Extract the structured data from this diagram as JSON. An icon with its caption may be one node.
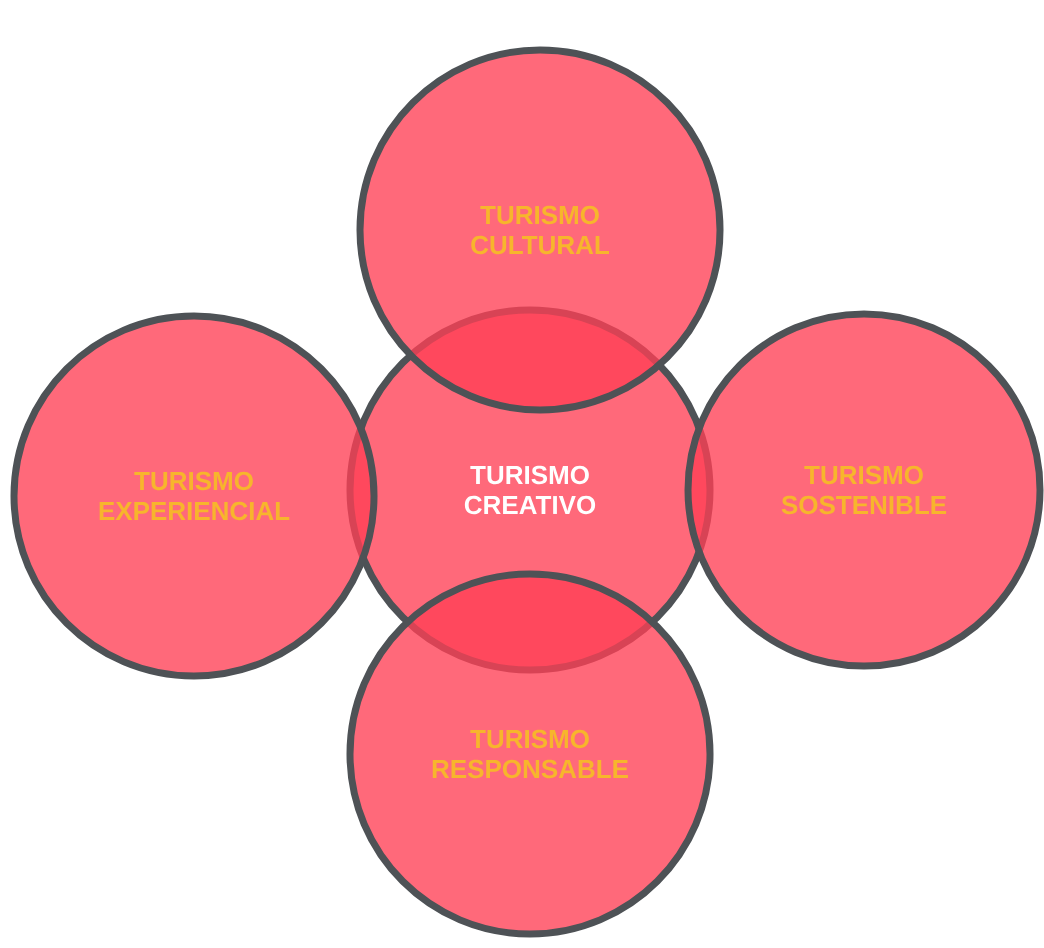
{
  "diagram": {
    "nodes": [
      {
        "text": [
          "TURISMO CREATIVO"
        ]
      },
      {
        "text": [
          "TURISMO CULTURAL"
        ]
      },
      {
        "text": [
          "TURISMO EXPERIENCIAL"
        ]
      },
      {
        "text": [
          "TURISMO SOSTENIBLE"
        ]
      },
      {
        "text": [
          "TURISMO RESPONSABLE"
        ]
      }
    ]
  }
}
